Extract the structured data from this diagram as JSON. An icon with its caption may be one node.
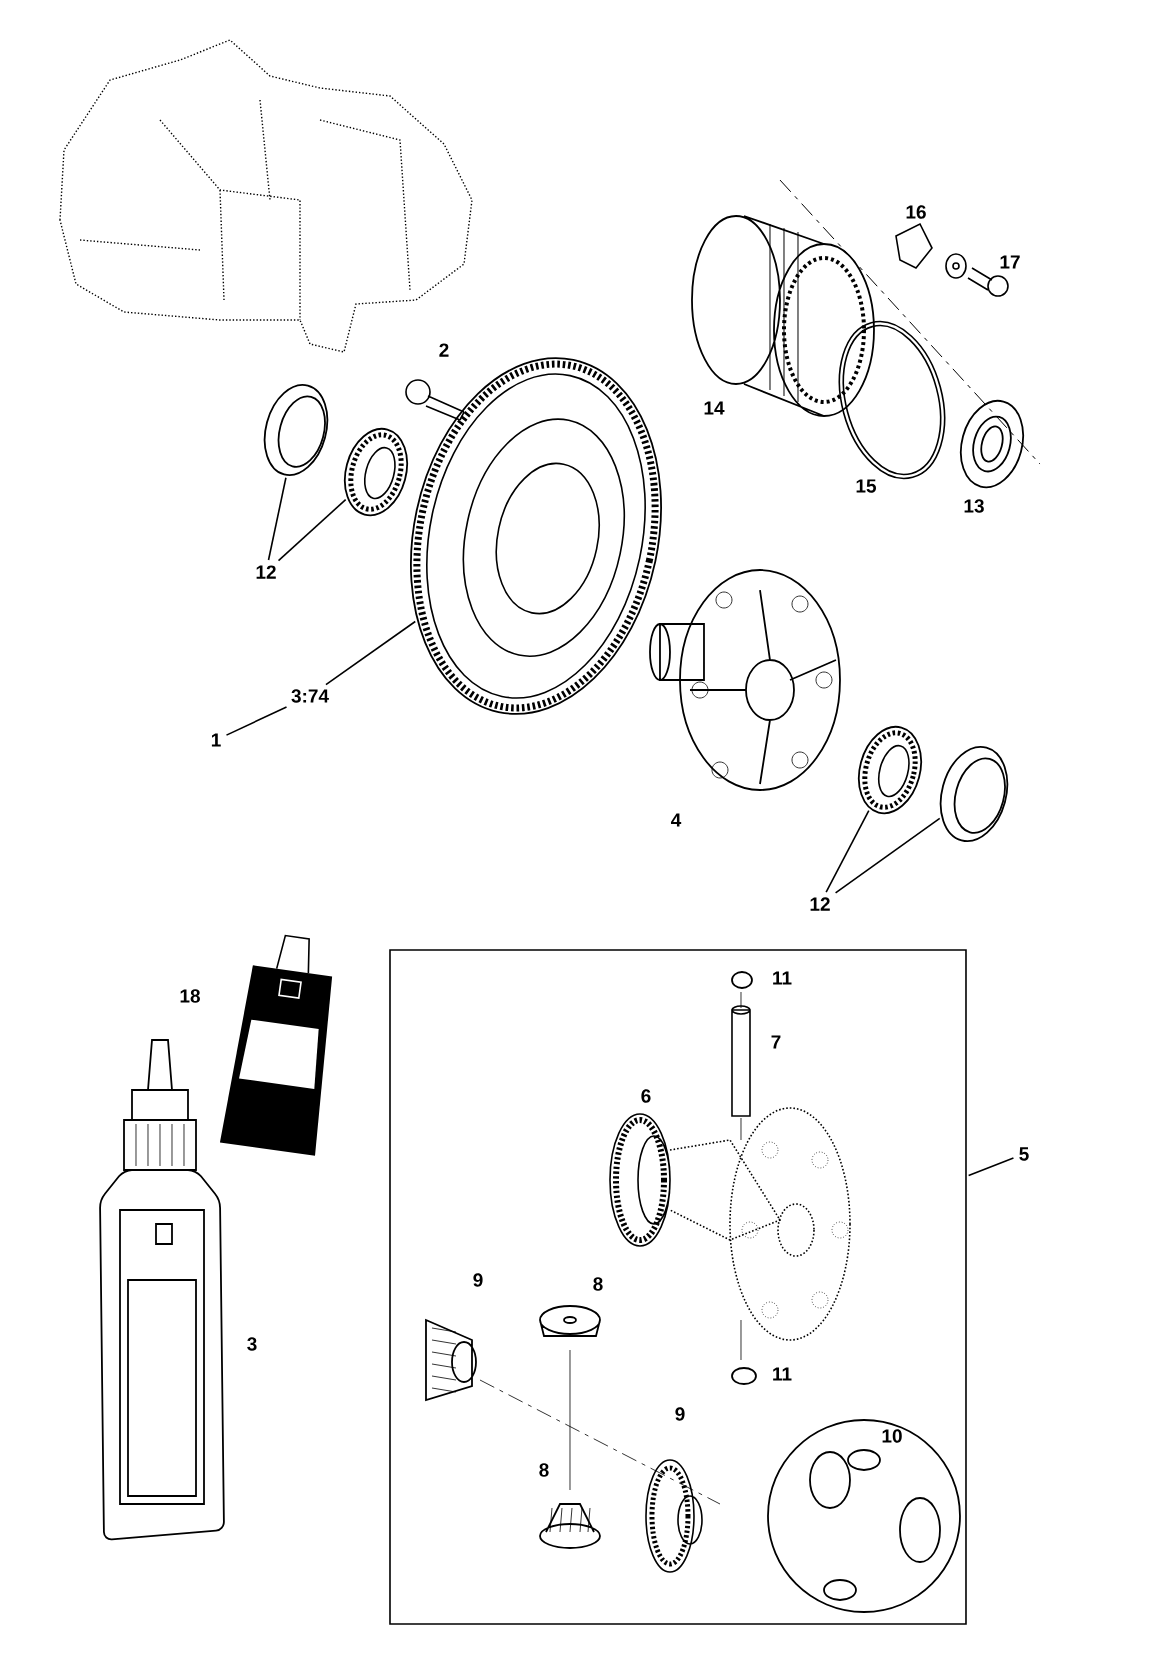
{
  "diagram": {
    "nodes": [
      {
        "text": [
          "12"
        ]
      },
      {
        "text": [],
        "shape": "picture"
      },
      {
        "text": [],
        "shape": "picture"
      },
      {
        "text": [
          "1"
        ]
      },
      {
        "text": [
          "3:74"
        ]
      },
      {
        "text": [],
        "shape": "picture"
      },
      {
        "text": [
          "12"
        ]
      },
      {
        "text": [],
        "shape": "picture"
      },
      {
        "text": [],
        "shape": "picture"
      },
      {
        "text": [
          "5"
        ]
      },
      {
        "text": [],
        "shape": "box"
      }
    ],
    "edges": [
      {
        "from": 0,
        "to": 1,
        "arrow": "none"
      },
      {
        "from": 0,
        "to": 2,
        "arrow": "none"
      },
      {
        "from": 3,
        "to": 4,
        "arrow": "none"
      },
      {
        "from": 4,
        "to": 5,
        "arrow": "none"
      },
      {
        "from": 6,
        "to": 7,
        "arrow": "none"
      },
      {
        "from": 6,
        "to": 8,
        "arrow": "none"
      },
      {
        "from": 9,
        "to": 10,
        "arrow": "none"
      }
    ],
    "labels": [
      "2",
      "16",
      "17",
      "14",
      "15",
      "13",
      "4",
      "18",
      "11",
      "7",
      "6",
      "3",
      "9",
      "8",
      "11",
      "9",
      "8",
      "10"
    ]
  }
}
